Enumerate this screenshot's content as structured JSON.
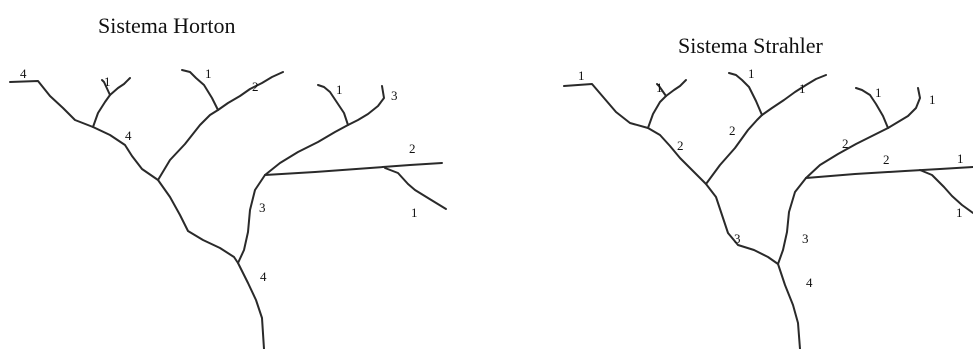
{
  "horton": {
    "title": "Sistema Horton",
    "labels": [
      "4",
      "1",
      "1",
      "2",
      "4",
      "1",
      "3",
      "2",
      "3",
      "1",
      "4"
    ]
  },
  "strahler": {
    "title": "Sistema Strahler",
    "labels": [
      "1",
      "1",
      "1",
      "1",
      "2",
      "2",
      "1",
      "1",
      "2",
      "2",
      "1",
      "3",
      "3",
      "1",
      "4"
    ]
  }
}
